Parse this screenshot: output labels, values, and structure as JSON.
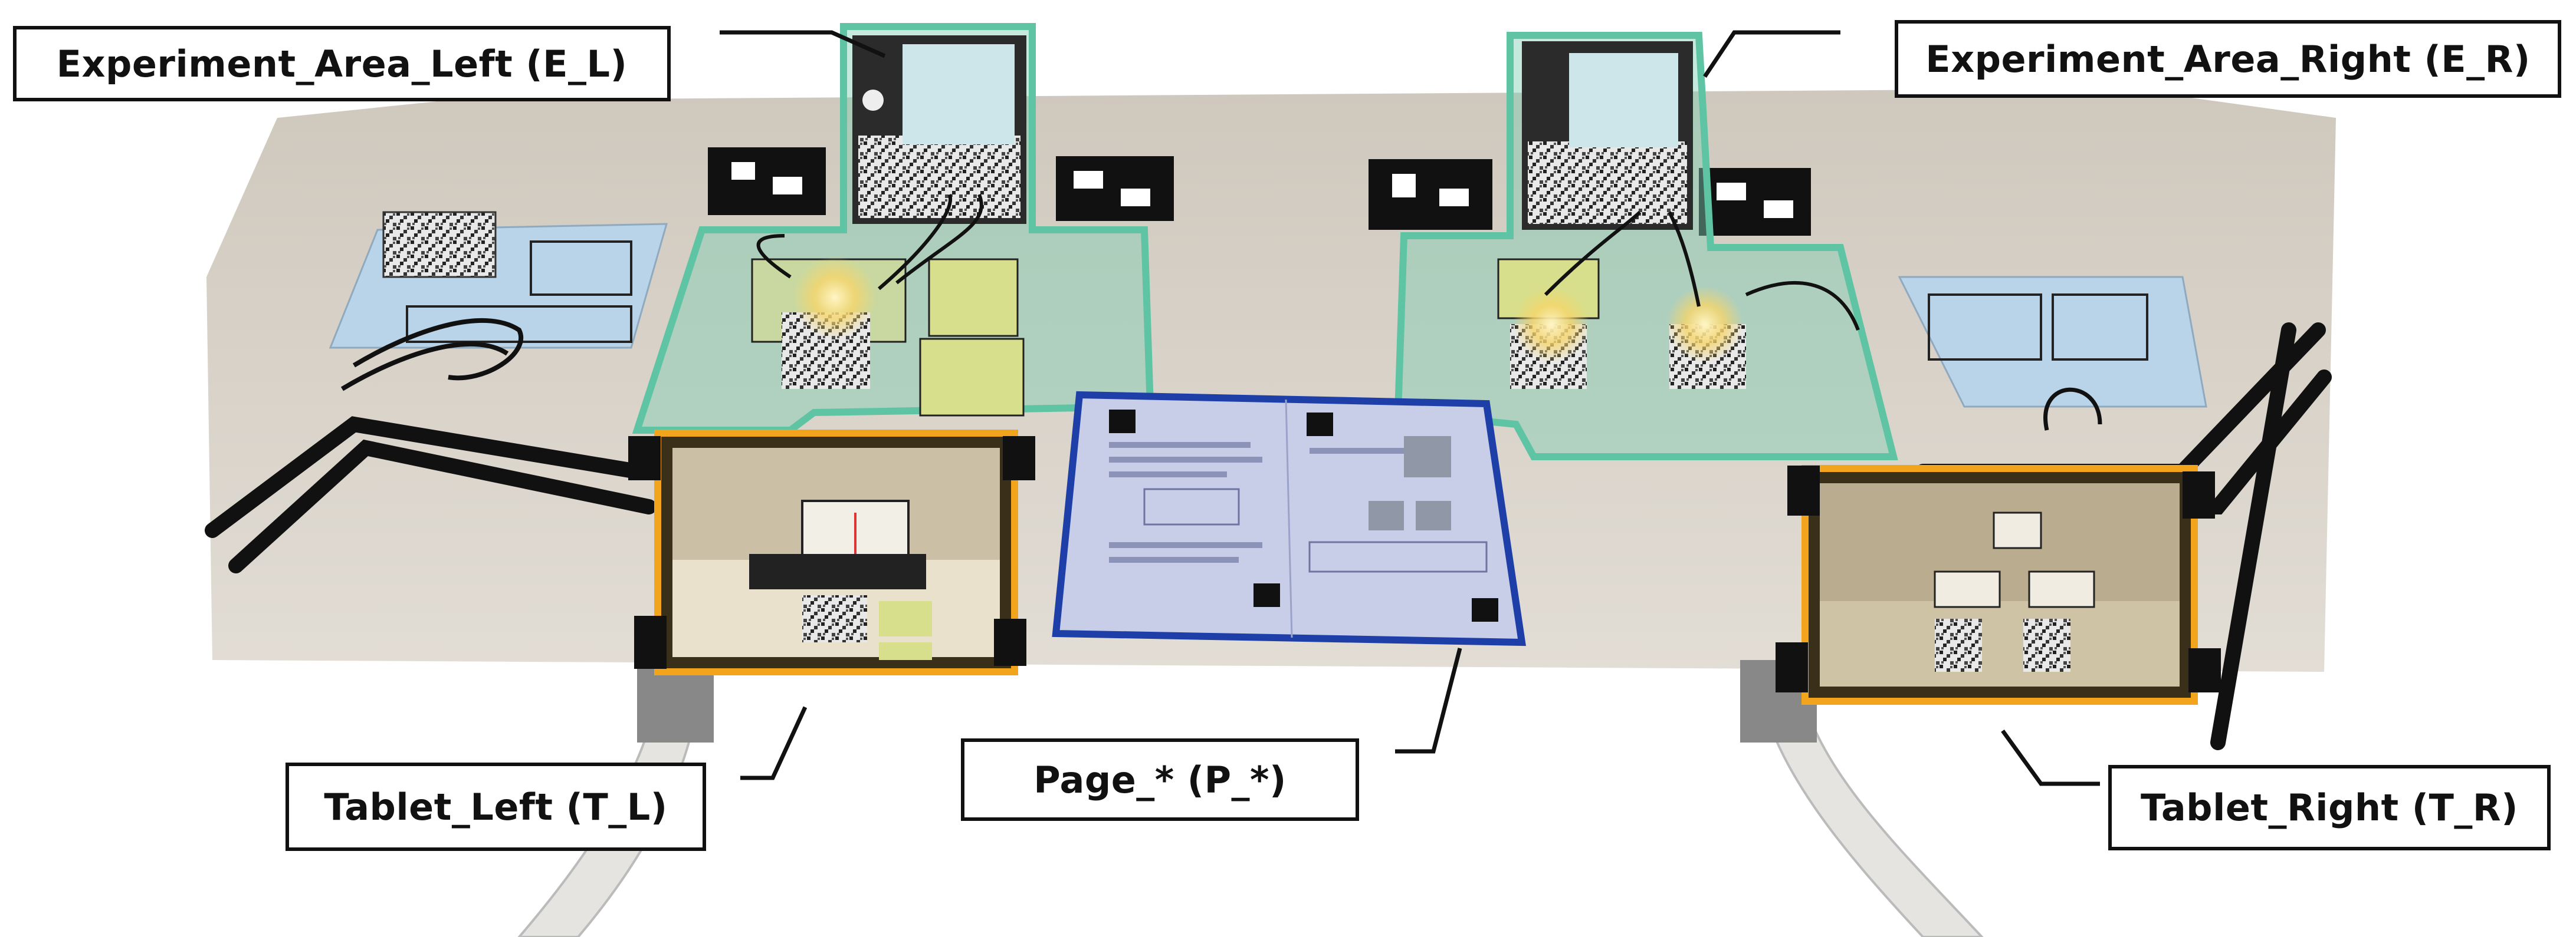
{
  "labels": {
    "experiment_area_left": "Experiment_Area_Left (E_L)",
    "experiment_area_right": "Experiment_Area_Right (E_R)",
    "tablet_left": "Tablet_Left (T_L)",
    "page": "Page_* (P_*)",
    "tablet_right": "Tablet_Right (T_R)"
  },
  "colors": {
    "background": "#ffffff",
    "table": "#d9d4cc",
    "experiment_area": "#7fcfb3",
    "tablet_frame": "#f2a51c",
    "page_frame": "#1f3fa8",
    "page_fill": "#c8cde8",
    "blue_mat": "#b9d3e8",
    "label_border": "#111111"
  },
  "icons": [
    "aruco-marker-icon",
    "lamp-icon",
    "power-supply-icon"
  ]
}
